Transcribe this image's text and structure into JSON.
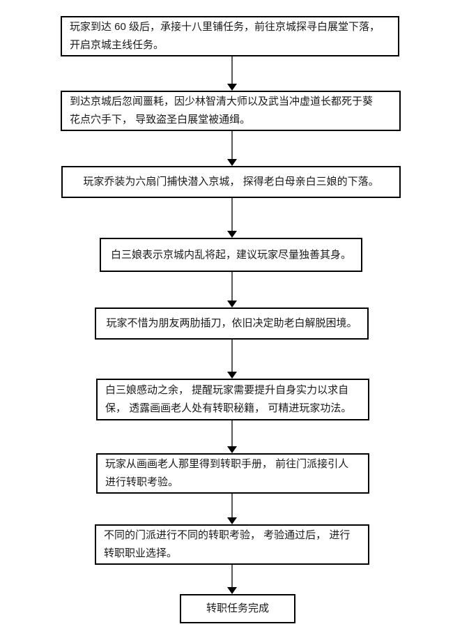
{
  "flowchart": {
    "kind": "flowchart",
    "flow_direction": "top-to-bottom",
    "colors": {
      "page_background": "#ffffff",
      "box_background": "#ffffff",
      "box_border": "#000000",
      "text": "#1a1a1a",
      "connector_line": "#595959",
      "arrowhead": "#000000"
    },
    "nodes": [
      {
        "id": 1,
        "lines": [
          "玩家到达 60 级后，承接十八里铺任务，前往京城探寻白展堂下落，",
          "开启京城主线任务。"
        ]
      },
      {
        "id": 2,
        "lines": [
          "到达京城后忽闻噩耗，因少林智清大师以及武当冲虚道长都死于葵",
          "花点穴手下， 导致盗圣白展堂被通缉。"
        ]
      },
      {
        "id": 3,
        "lines": [
          "玩家乔装为六扇门捕快潜入京城， 探得老白母亲白三娘的下落。"
        ]
      },
      {
        "id": 4,
        "lines": [
          "白三娘表示京城内乱将起，建议玩家尽量独善其身。"
        ]
      },
      {
        "id": 5,
        "lines": [
          "玩家不惜为朋友两肋插刀，依旧决定助老白解脱困境。"
        ]
      },
      {
        "id": 6,
        "lines": [
          "白三娘感动之余， 提醒玩家需要提升自身实力以求自",
          "保， 透露画画老人处有转职秘籍， 可精进玩家功法。"
        ]
      },
      {
        "id": 7,
        "lines": [
          "玩家从画画老人那里得到转职手册， 前往门派接引人",
          "进行转职考验。"
        ]
      },
      {
        "id": 8,
        "lines": [
          "不同的门派进行不同的转职考验， 考验通过后， 进行",
          "转职职业选择。"
        ]
      },
      {
        "id": 9,
        "lines": [
          "转职任务完成"
        ]
      }
    ],
    "edges": [
      {
        "from": 1,
        "to": 2
      },
      {
        "from": 2,
        "to": 3
      },
      {
        "from": 3,
        "to": 4
      },
      {
        "from": 4,
        "to": 5
      },
      {
        "from": 5,
        "to": 6
      },
      {
        "from": 6,
        "to": 7
      },
      {
        "from": 7,
        "to": 8
      },
      {
        "from": 8,
        "to": 9
      }
    ]
  }
}
